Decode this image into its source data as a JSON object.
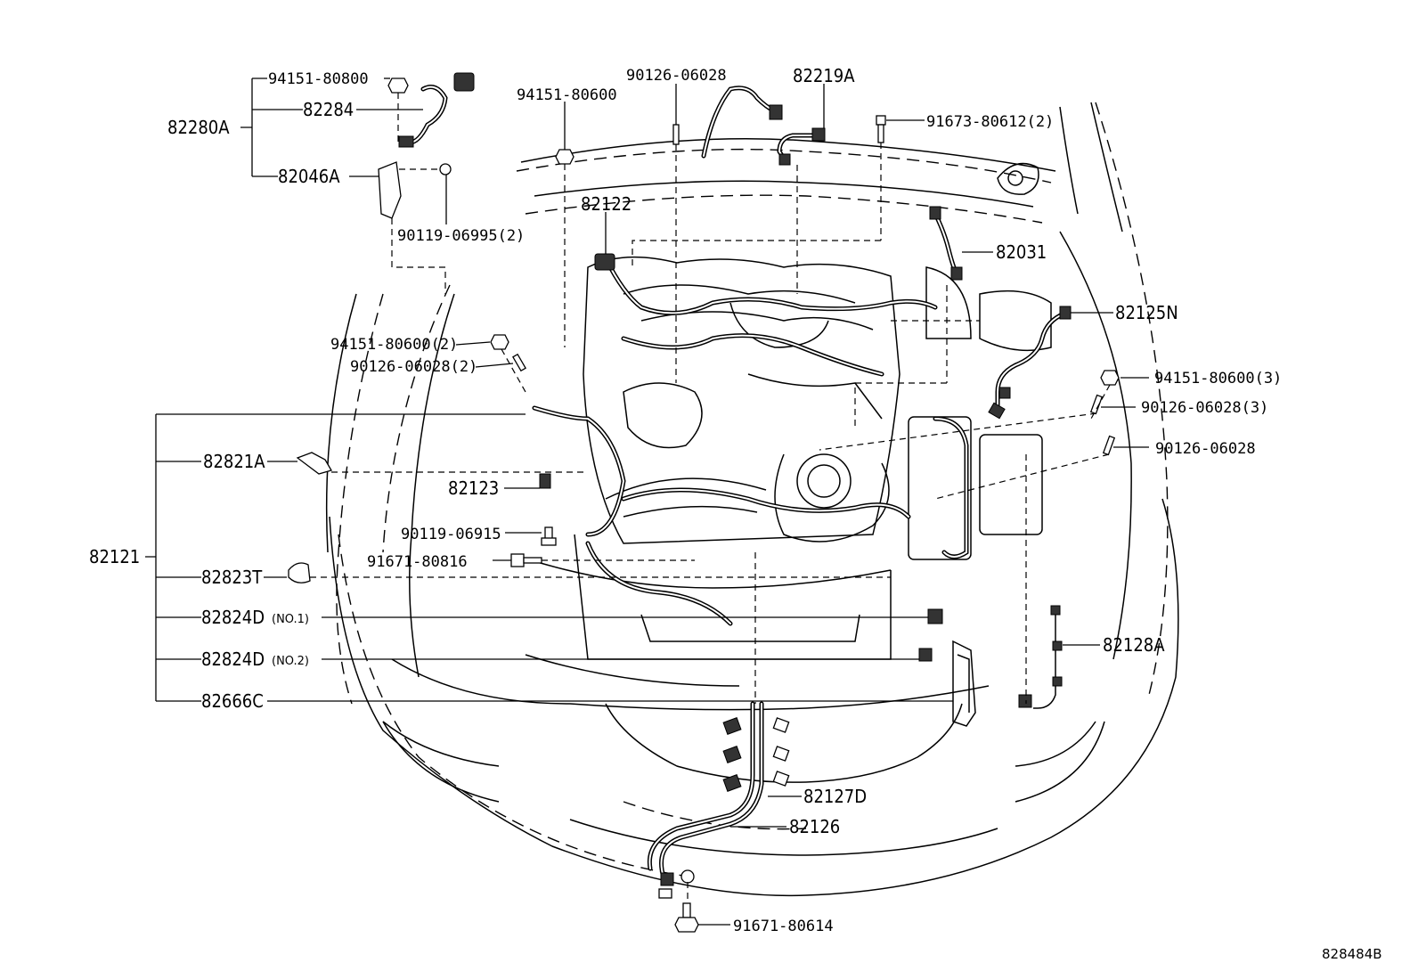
{
  "labels": {
    "p94151_80800": "94151-80800",
    "p82280A": "82280A",
    "p82284": "82284",
    "p82046A": "82046A",
    "p90119_06995_2": "90119-06995(2)",
    "p94151_80600": "94151-80600",
    "p90126_06028_top": "90126-06028",
    "p82219A": "82219A",
    "p91673_80612_2": "91673-80612(2)",
    "p82122": "82122",
    "p82031": "82031",
    "p82125N": "82125N",
    "p94151_80600_2": "94151-80600(2)",
    "p90126_06028_2": "90126-06028(2)",
    "p94151_80600_3": "94151-80600(3)",
    "p90126_06028_3": "90126-06028(3)",
    "p90126_06028_right": "90126-06028",
    "p82821A": "82821A",
    "p82123": "82123",
    "p90119_06915": "90119-06915",
    "p82121": "82121",
    "p91671_80816": "91671-80816",
    "p82823T": "82823T",
    "p82824D_1": "82824D",
    "p82824D_1_note": "(NO.1)",
    "p82824D_2": "82824D",
    "p82824D_2_note": "(NO.2)",
    "p82666C": "82666C",
    "p82128A": "82128A",
    "p82127D": "82127D",
    "p82126": "82126",
    "p91671_80614": "91671-80614"
  },
  "reference": "828484B"
}
